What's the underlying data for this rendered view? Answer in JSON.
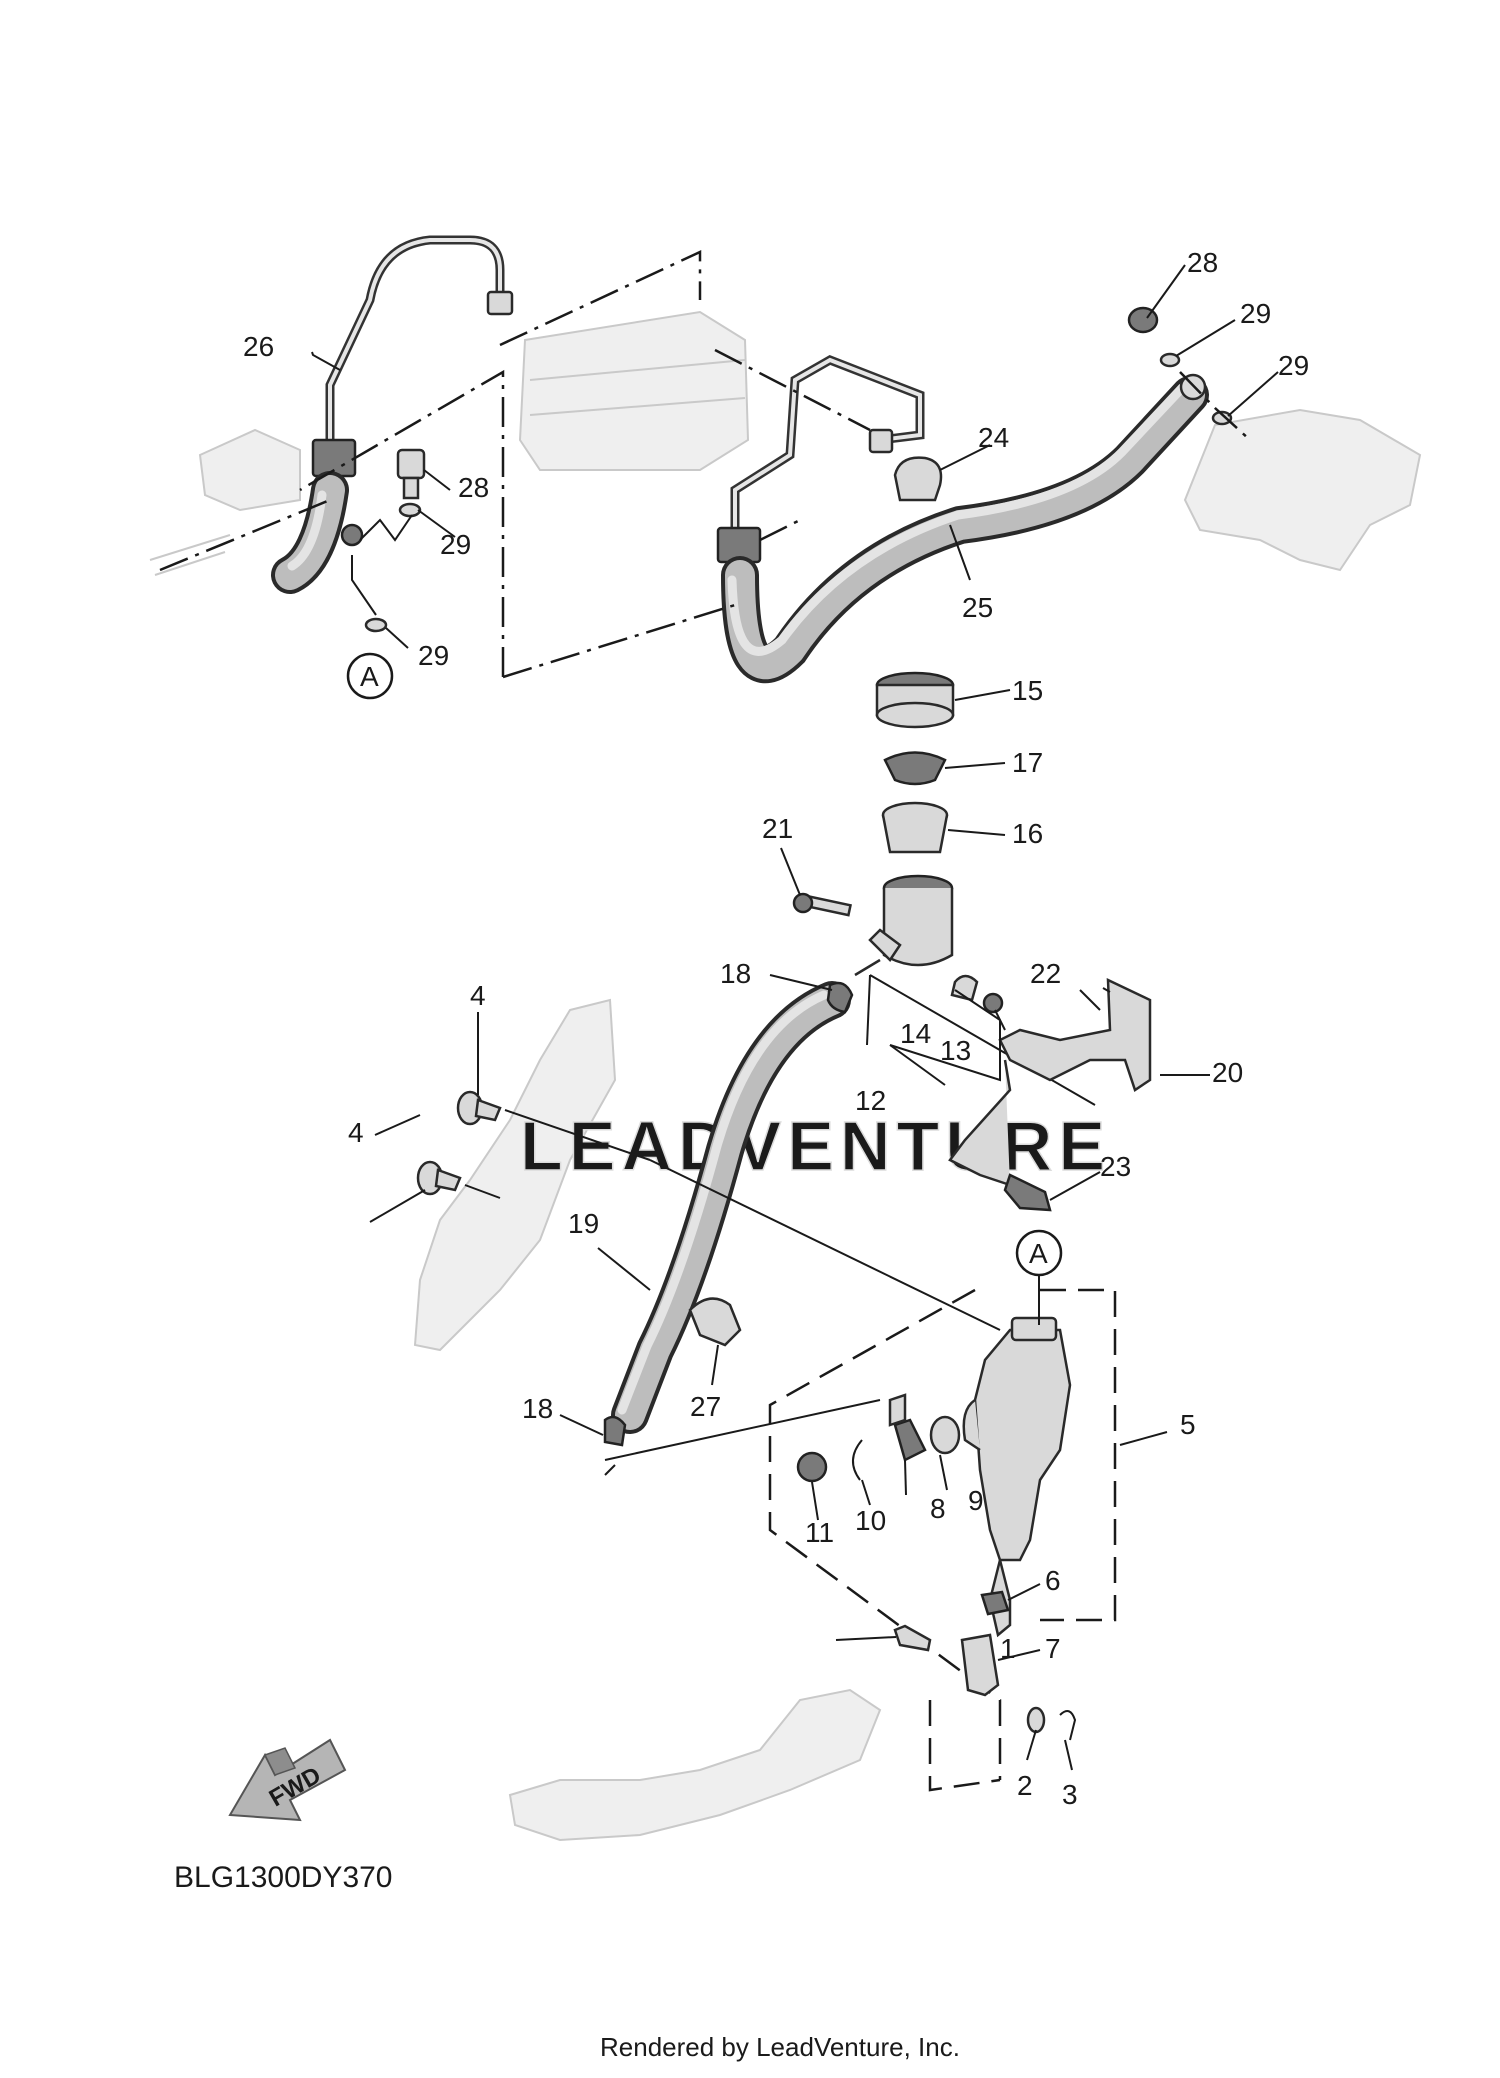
{
  "diagram": {
    "diagram_code": "BLG1300DY370",
    "footer": "Rendered by LeadVenture, Inc.",
    "watermark": "LEADVENTURE",
    "fwd_label": "FWD",
    "reference_letter": "A",
    "callouts": [
      "1",
      "2",
      "3",
      "4",
      "5",
      "6",
      "7",
      "8",
      "9",
      "10",
      "11",
      "12",
      "13",
      "14",
      "15",
      "16",
      "17",
      "18",
      "19",
      "20",
      "21",
      "22",
      "23",
      "24",
      "25",
      "26",
      "27",
      "28",
      "29"
    ]
  }
}
